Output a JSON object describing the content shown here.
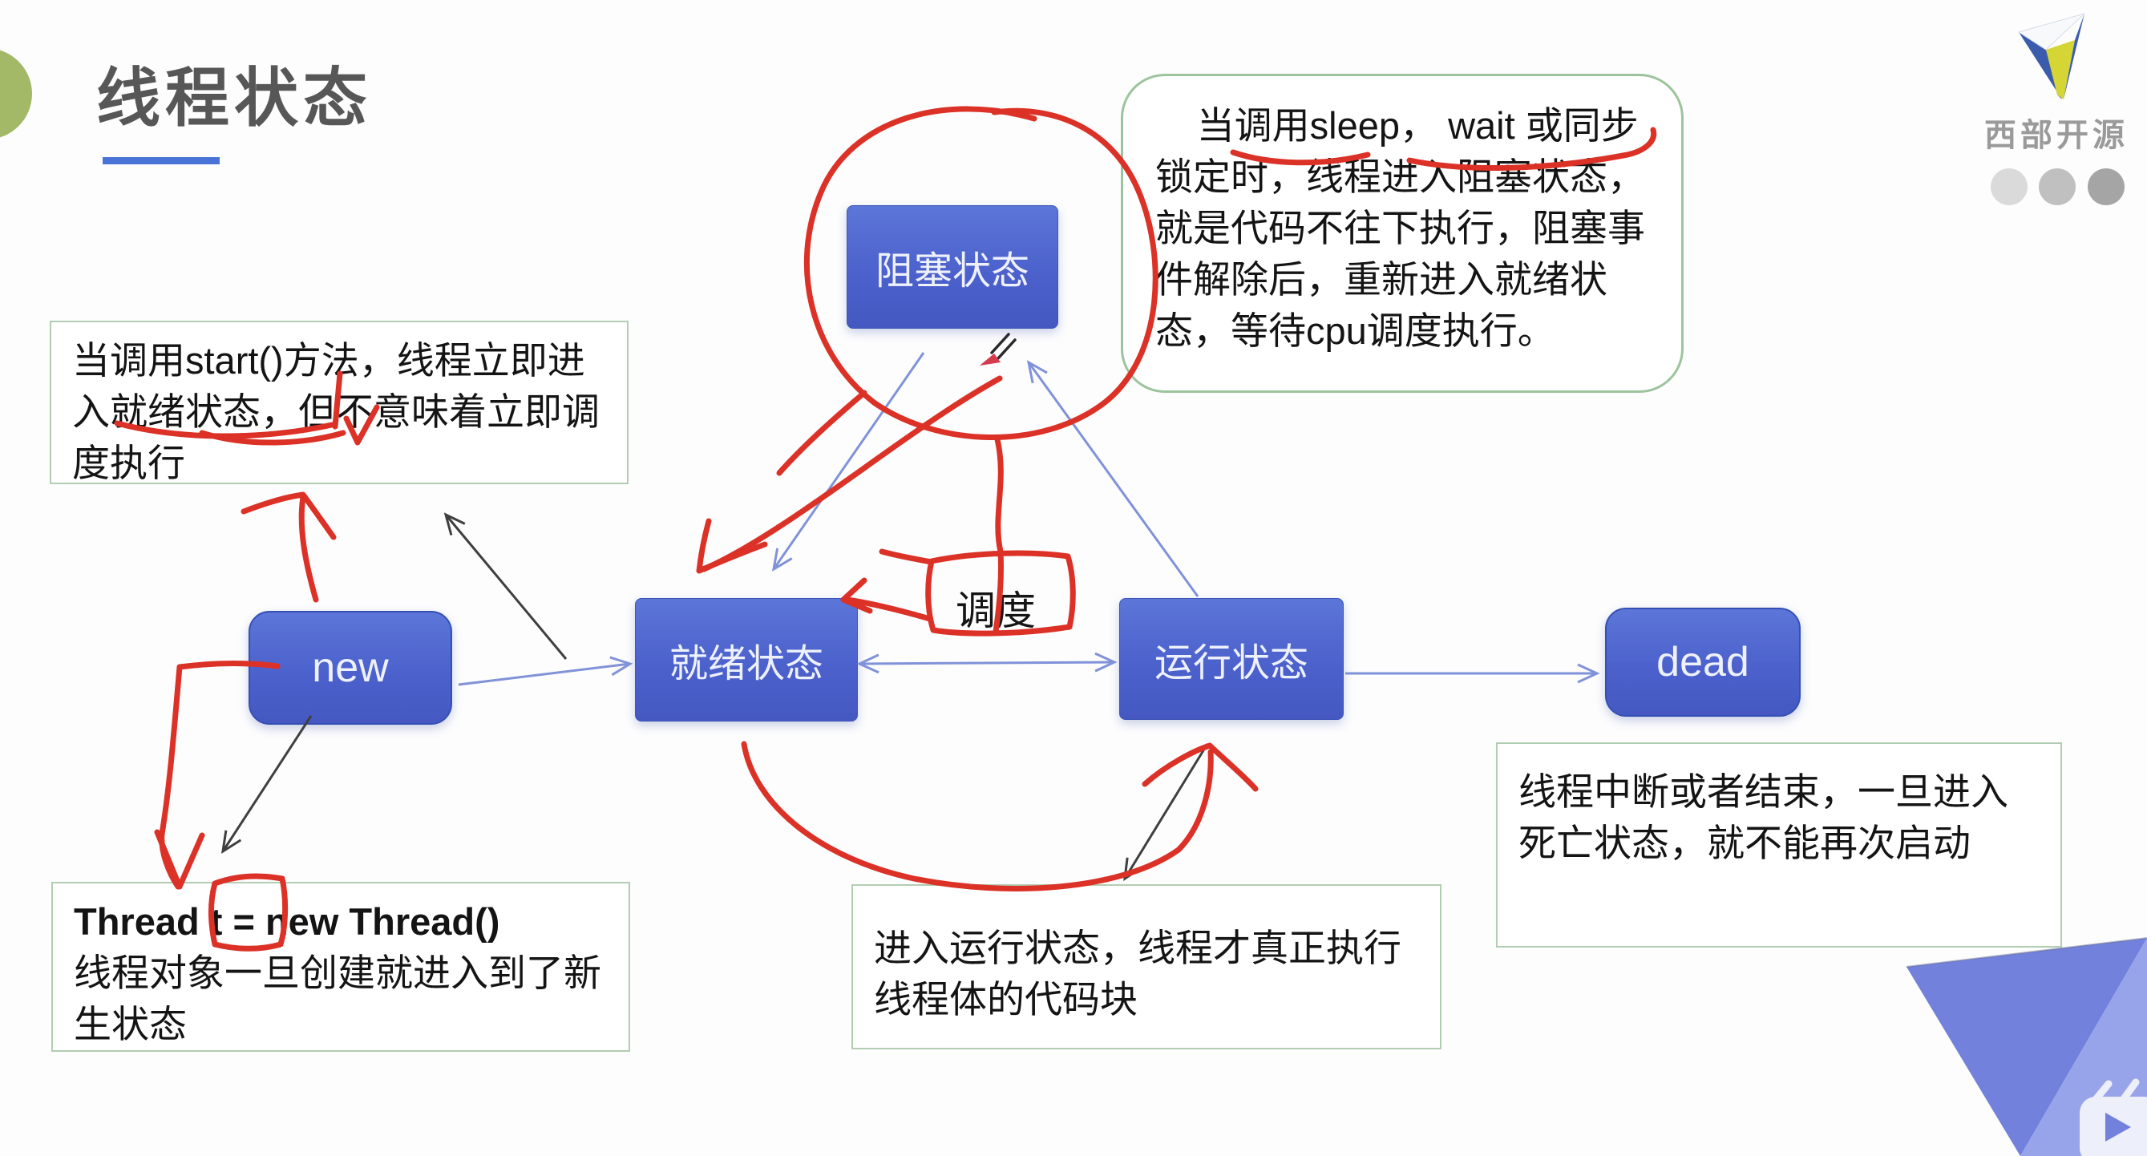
{
  "title": {
    "text": "线程状态"
  },
  "brand": {
    "name": "西部开源",
    "logo_icon": "pyramid-logo",
    "dot_colors": [
      "#dadada",
      "#c0c0c0",
      "#a5a5a5"
    ]
  },
  "states": {
    "blocked": "阻塞状态",
    "new": "new",
    "ready": "就绪状态",
    "running": "运行状态",
    "dead": "dead"
  },
  "edge": {
    "scheduling_label": "调度"
  },
  "notes": {
    "blocked": "当调用sleep， wait 或同步锁定时，线程进入阻塞状态，就是代码不往下执行，阻塞事件解除后，重新进入就绪状态，等待cpu调度执行。",
    "start": "当调用start()方法，线程立即进入就绪状态，但不意味着立即调度执行",
    "new_code": "Thread t = new Thread()",
    "new_body": "线程对象一旦创建就进入到了新生状态",
    "running": "进入运行状态，线程才真正执行线程体的代码块",
    "dead": "线程中断或者结束，一旦进入死亡状态，就不能再次启动"
  },
  "icons": {
    "watermark": "tv-play-icon",
    "cursor": "pen-cursor-icon"
  },
  "colors": {
    "state_box_blue": "#4c61cc",
    "note_border_green": "#a9c9a9",
    "annotation_red": "#dc3126",
    "arrow_blue": "#8092d8",
    "arrow_black": "#3f3f3f",
    "title_underline_blue": "#4a73d8",
    "corner_triangle_blue": "#7181dc",
    "olive_accent": "#a3b968"
  }
}
